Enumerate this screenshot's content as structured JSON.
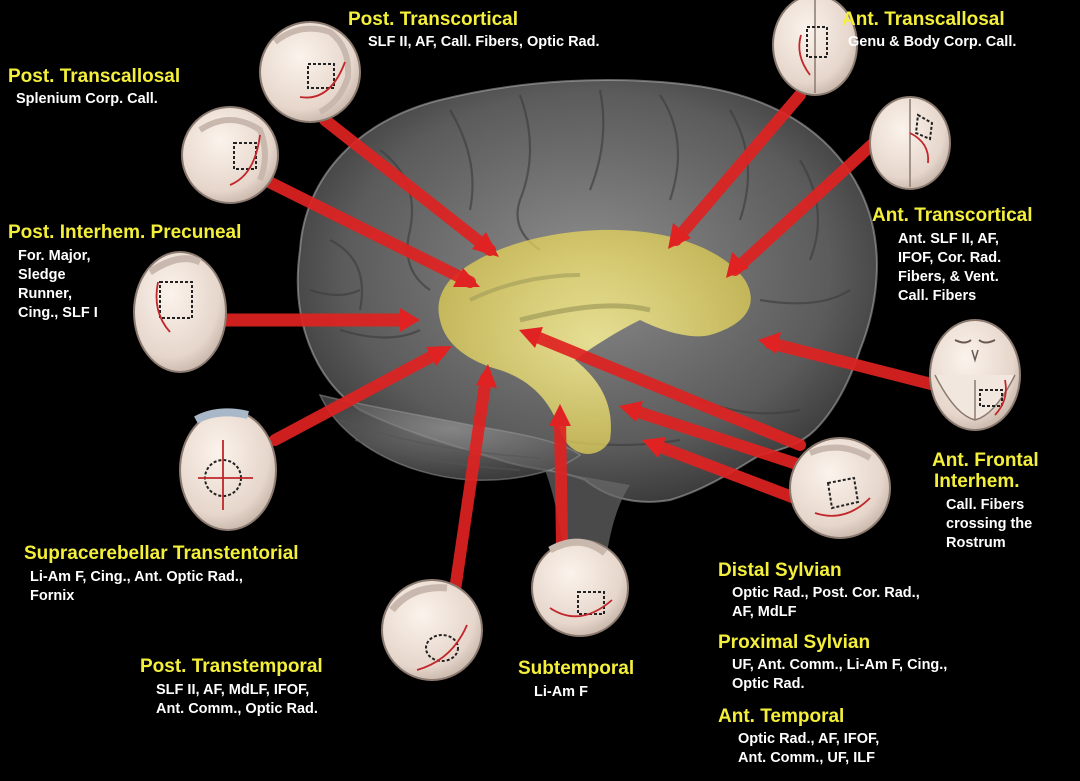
{
  "colors": {
    "background": "#000000",
    "title": "#f4ef3a",
    "description": "#ffffff",
    "arrow": "#e02222",
    "brain": "#8a8a8a",
    "tract_highlight": "#f1e56a"
  },
  "approaches": [
    {
      "id": "post-transcortical",
      "title": "Post. Transcortical",
      "lines": [
        "SLF II, AF, Call. Fibers, Optic Rad."
      ]
    },
    {
      "id": "ant-transcallosal",
      "title": "Ant. Transcallosal",
      "lines": [
        "Genu & Body Corp. Call."
      ]
    },
    {
      "id": "post-transcallosal",
      "title": "Post. Transcallosal",
      "lines": [
        "Splenium Corp. Call."
      ]
    },
    {
      "id": "post-interhem-precuneal",
      "title": "Post. Interhem. Precuneal",
      "lines": [
        "For. Major,",
        "Sledge",
        "Runner,",
        "Cing., SLF I"
      ]
    },
    {
      "id": "ant-transcortical",
      "title": "Ant. Transcortical",
      "lines": [
        "Ant. SLF II, AF,",
        "IFOF, Cor. Rad.",
        "Fibers, & Vent.",
        "Call. Fibers"
      ]
    },
    {
      "id": "ant-frontal-interhem",
      "title": "Ant. Frontal",
      "title2": "Interhem.",
      "lines": [
        "Call. Fibers",
        "crossing the",
        "Rostrum"
      ]
    },
    {
      "id": "supracerebellar-transtentorial",
      "title": "Supracerebellar Transtentorial",
      "lines": [
        "Li-Am F, Cing., Ant. Optic Rad.,",
        "Fornix"
      ]
    },
    {
      "id": "distal-sylvian",
      "title": "Distal Sylvian",
      "lines": [
        "Optic Rad., Post. Cor. Rad.,",
        "AF, MdLF"
      ]
    },
    {
      "id": "proximal-sylvian",
      "title": "Proximal Sylvian",
      "lines": [
        "UF, Ant. Comm., Li-Am F, Cing.,",
        "Optic Rad."
      ]
    },
    {
      "id": "ant-temporal",
      "title": "Ant. Temporal",
      "lines": [
        "Optic Rad., AF, IFOF,",
        "Ant. Comm., UF, ILF"
      ]
    },
    {
      "id": "post-transtemporal",
      "title": "Post. Transtemporal",
      "lines": [
        "SLF II, AF, MdLF, IFOF,",
        "Ant. Comm., Optic Rad."
      ]
    },
    {
      "id": "subtemporal",
      "title": "Subtemporal",
      "lines": [
        "Li-Am F"
      ]
    }
  ],
  "heads": [
    {
      "id": "post-transcortical",
      "icon": "head-lateral-icon"
    },
    {
      "id": "ant-transcallosal",
      "icon": "head-top-icon"
    },
    {
      "id": "post-transcallosal",
      "icon": "head-lateral-icon"
    },
    {
      "id": "ant-transcortical",
      "icon": "head-top-icon"
    },
    {
      "id": "post-interhem-precuneal",
      "icon": "head-posterior-icon"
    },
    {
      "id": "ant-frontal-interhem",
      "icon": "head-front-icon"
    },
    {
      "id": "supracerebellar-transtentorial",
      "icon": "head-posterior-icon"
    },
    {
      "id": "sylvian",
      "icon": "head-lateral-icon"
    },
    {
      "id": "post-transtemporal",
      "icon": "head-lateral-icon"
    },
    {
      "id": "subtemporal",
      "icon": "head-inferior-icon"
    }
  ]
}
